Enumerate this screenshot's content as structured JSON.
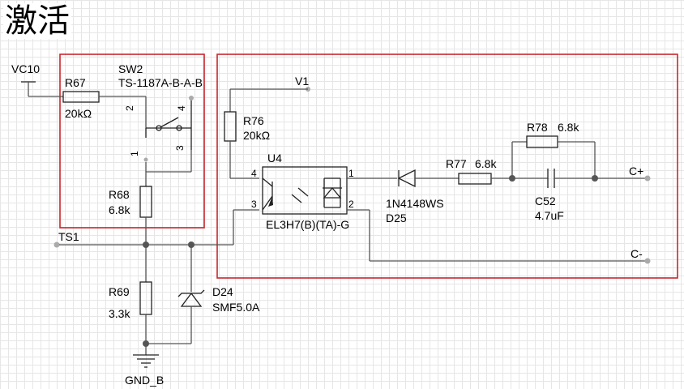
{
  "title": "激活",
  "colors": {
    "frame": "#c8262c",
    "wire": "#555555",
    "grid": "#e6e6e6"
  },
  "nets": {
    "vc10": "VC10",
    "v1": "V1",
    "ts1": "TS1",
    "c_plus": "C+",
    "c_minus": "C-",
    "gnd": "GND_B"
  },
  "components": {
    "r67": {
      "ref": "R67",
      "value": "20kΩ"
    },
    "sw2": {
      "ref": "SW2",
      "part": "TS-1187A-B-A-B",
      "pins": [
        "2",
        "4",
        "1",
        "3"
      ]
    },
    "r68": {
      "ref": "R68",
      "value": "6.8k"
    },
    "r69": {
      "ref": "R69",
      "value": "3.3k"
    },
    "d24": {
      "ref": "D24",
      "part": "SMF5.0A"
    },
    "r76": {
      "ref": "R76",
      "value": "20kΩ"
    },
    "u4": {
      "ref": "U4",
      "part": "EL3H7(B)(TA)-G",
      "pins": [
        "4",
        "1",
        "3",
        "2"
      ]
    },
    "d25": {
      "ref": "D25",
      "part": "1N4148WS"
    },
    "r77": {
      "ref": "R77",
      "value": "6.8k"
    },
    "r78": {
      "ref": "R78",
      "value": "6.8k"
    },
    "c52": {
      "ref": "C52",
      "value": "4.7uF"
    }
  }
}
